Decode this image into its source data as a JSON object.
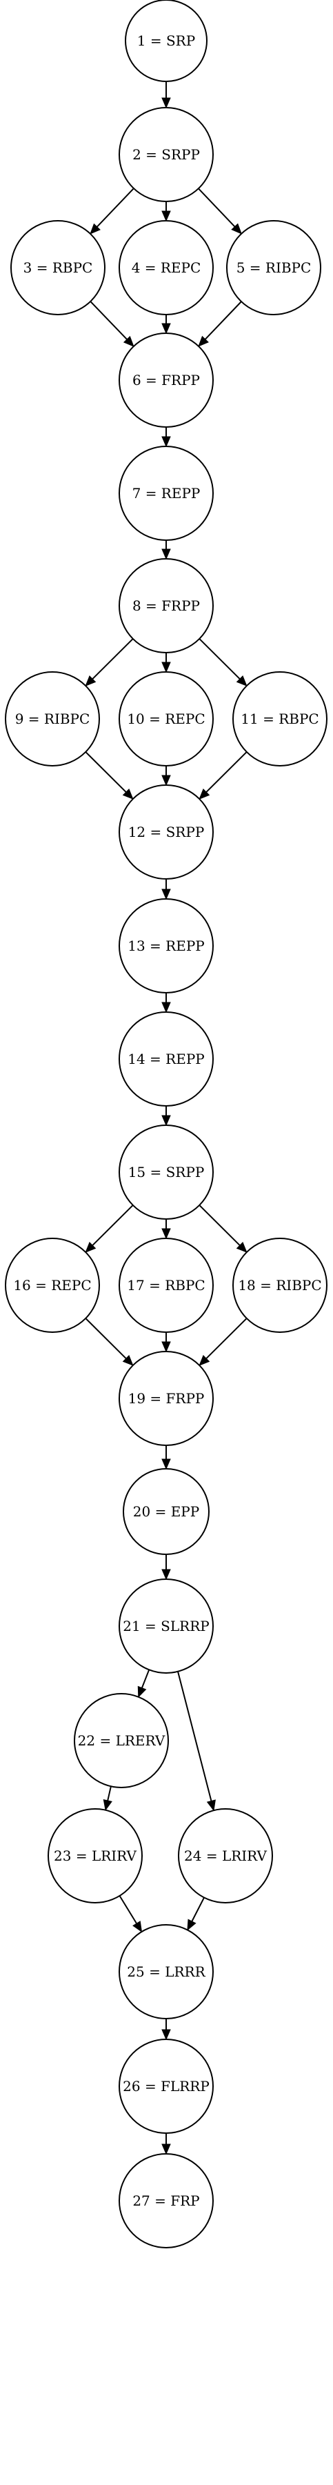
{
  "diagram": {
    "nodes": [
      {
        "id": 1,
        "label": "1 = SRP"
      },
      {
        "id": 2,
        "label": "2 = SRPP"
      },
      {
        "id": 3,
        "label": "3 = RBPC"
      },
      {
        "id": 4,
        "label": "4 = REPC"
      },
      {
        "id": 5,
        "label": "5 = RIBPC"
      },
      {
        "id": 6,
        "label": "6 = FRPP"
      },
      {
        "id": 7,
        "label": "7 = REPP"
      },
      {
        "id": 8,
        "label": "8 = FRPP"
      },
      {
        "id": 9,
        "label": "9 = RIBPC"
      },
      {
        "id": 10,
        "label": "10 = REPC"
      },
      {
        "id": 11,
        "label": "11 = RBPC"
      },
      {
        "id": 12,
        "label": "12 = SRPP"
      },
      {
        "id": 13,
        "label": "13 = REPP"
      },
      {
        "id": 14,
        "label": "14 = REPP"
      },
      {
        "id": 15,
        "label": "15 = SRPP"
      },
      {
        "id": 16,
        "label": "16 = REPC"
      },
      {
        "id": 17,
        "label": "17 = RBPC"
      },
      {
        "id": 18,
        "label": "18 = RIBPC"
      },
      {
        "id": 19,
        "label": "19 = FRPP"
      },
      {
        "id": 20,
        "label": "20 = EPP"
      },
      {
        "id": 21,
        "label": "21 = SLRRP"
      },
      {
        "id": 22,
        "label": "22 = LRERV"
      },
      {
        "id": 23,
        "label": "23 = LRIRV"
      },
      {
        "id": 24,
        "label": "24 = LRIRV"
      },
      {
        "id": 25,
        "label": "25 = LRRR"
      },
      {
        "id": 26,
        "label": "26 = FLRRP"
      },
      {
        "id": 27,
        "label": "27 = FRP"
      }
    ],
    "edges": [
      [
        1,
        2
      ],
      [
        2,
        3
      ],
      [
        2,
        4
      ],
      [
        2,
        5
      ],
      [
        3,
        6
      ],
      [
        4,
        6
      ],
      [
        5,
        6
      ],
      [
        6,
        7
      ],
      [
        7,
        8
      ],
      [
        8,
        9
      ],
      [
        8,
        10
      ],
      [
        8,
        11
      ],
      [
        9,
        12
      ],
      [
        10,
        12
      ],
      [
        11,
        12
      ],
      [
        12,
        13
      ],
      [
        13,
        14
      ],
      [
        14,
        15
      ],
      [
        15,
        16
      ],
      [
        15,
        17
      ],
      [
        15,
        18
      ],
      [
        16,
        19
      ],
      [
        17,
        19
      ],
      [
        18,
        19
      ],
      [
        19,
        20
      ],
      [
        20,
        21
      ],
      [
        21,
        22
      ],
      [
        21,
        24
      ],
      [
        22,
        23
      ],
      [
        23,
        25
      ],
      [
        24,
        25
      ],
      [
        25,
        26
      ],
      [
        26,
        27
      ]
    ]
  }
}
